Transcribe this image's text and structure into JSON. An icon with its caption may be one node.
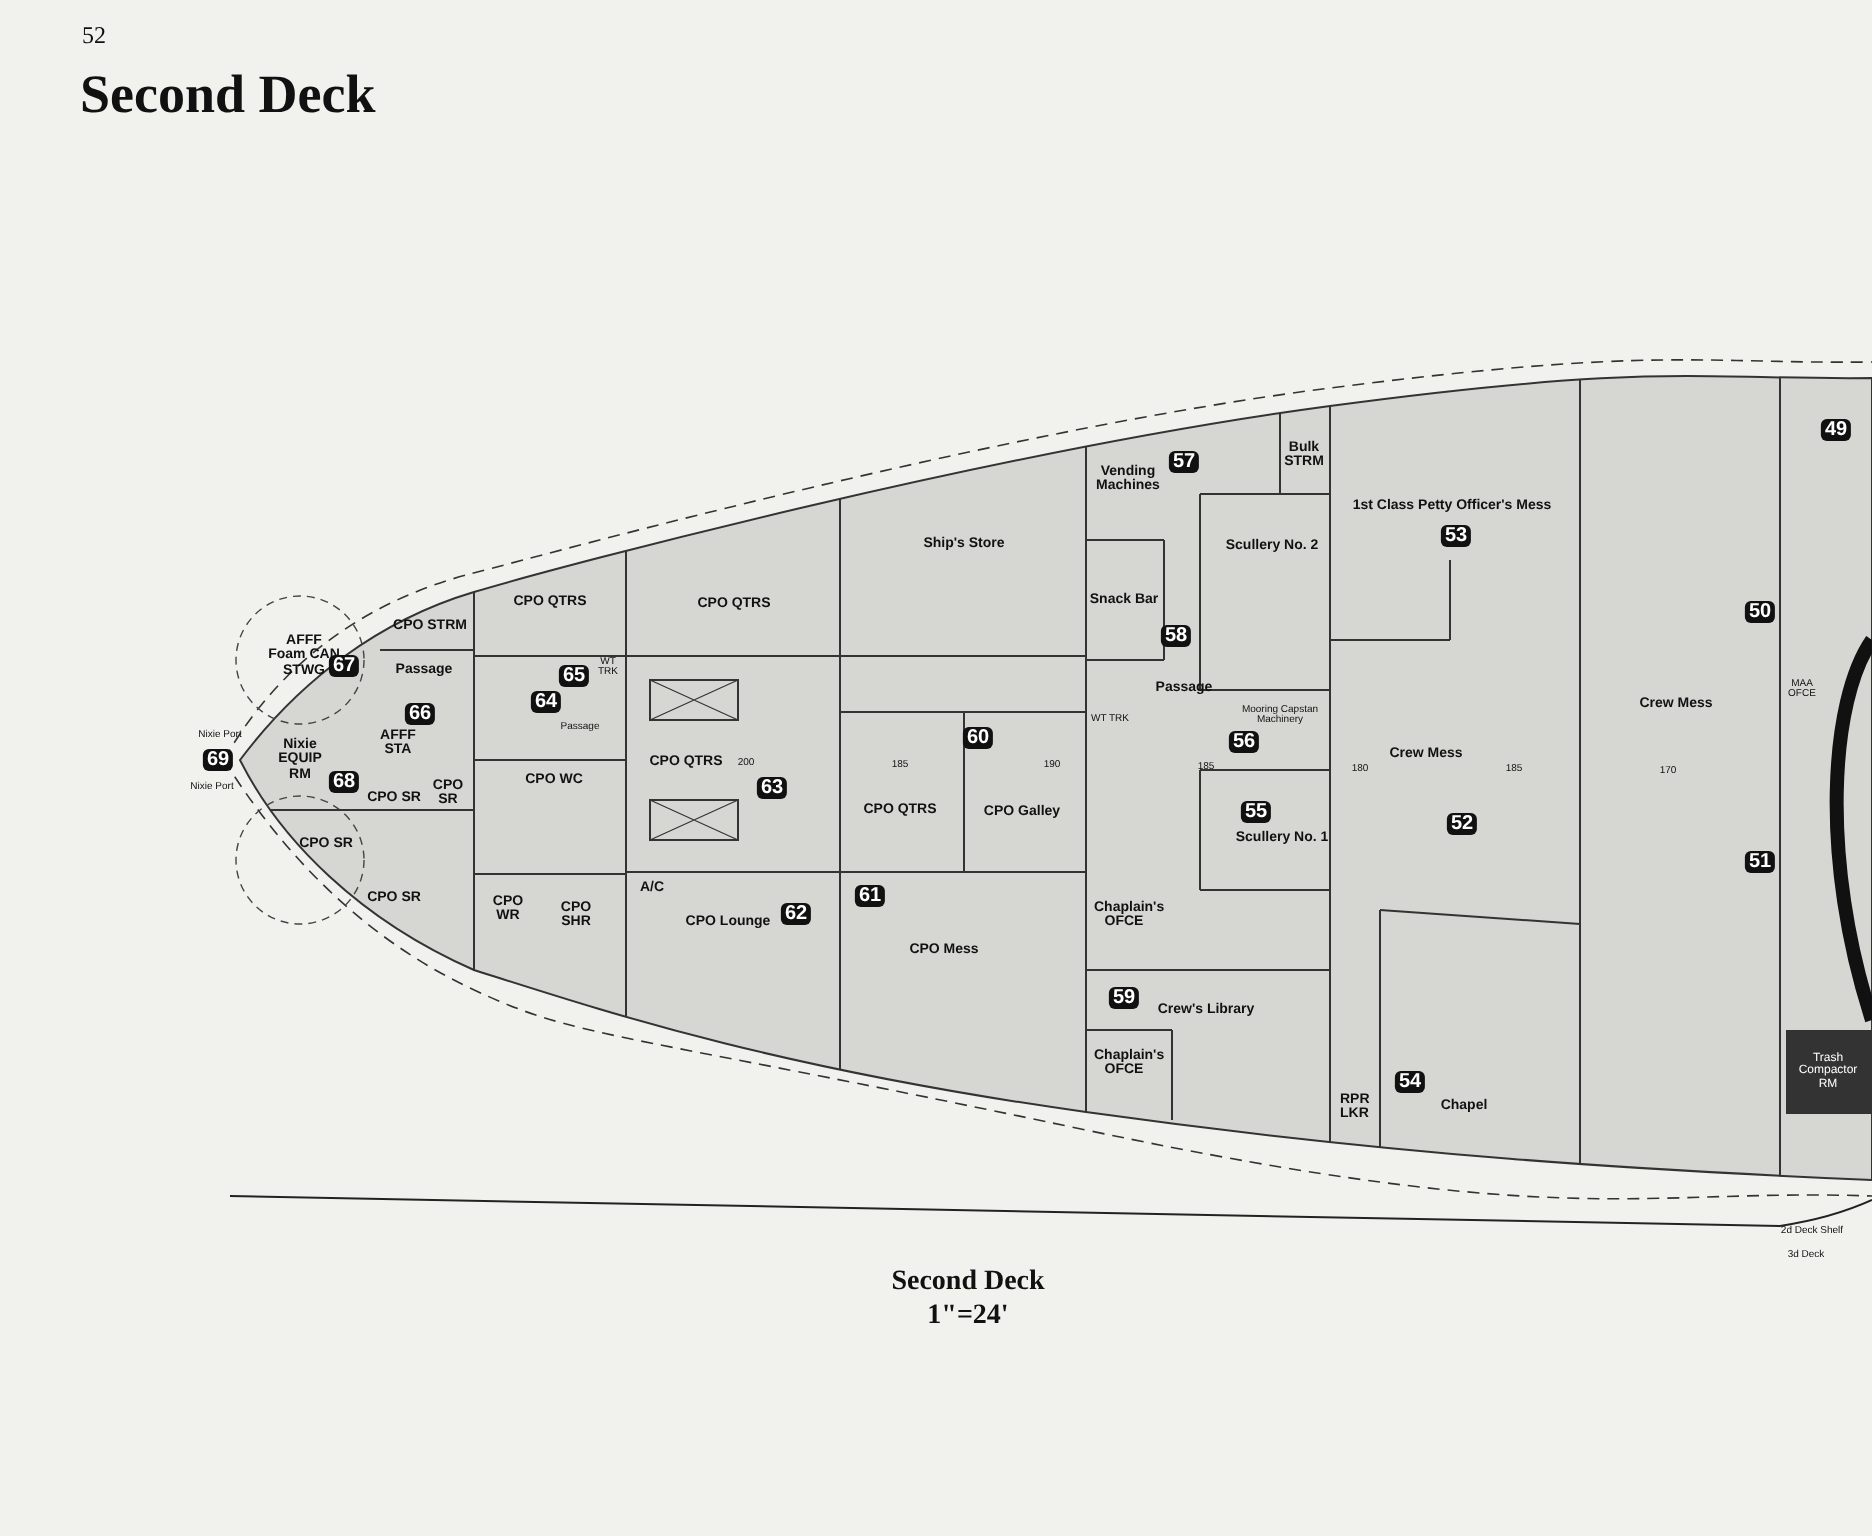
{
  "diagram": {
    "title": "Second Deck",
    "labels": [
      "52",
      "AFFF Foam CAN STWG",
      "67",
      "CPO STRM",
      "Passage",
      "CPO QTRS",
      "65",
      "WT TRK",
      "64",
      "Passage",
      "66",
      "AFFF STA",
      "Nixie EQUIP RM",
      "68",
      "Nixie Port",
      "69",
      "Nixie Port",
      "CPO SR",
      "CPO SR",
      "CPO WC",
      "CPO SR",
      "CPO SR",
      "CPO WR",
      "CPO SHR",
      "A/C",
      "CPO Lounge",
      "62",
      "CPO QTRS",
      "CPO QTRS",
      "200",
      "63",
      "Ship's Store",
      "60",
      "185",
      "190",
      "CPO QTRS",
      "CPO Galley",
      "61",
      "CPO Mess",
      "Vending Machines",
      "57",
      "Bulk STRM",
      "Scullery No. 2",
      "Snack Bar",
      "58",
      "Passage",
      "WT TRK",
      "Mooring Capstan Machinery",
      "56",
      "185",
      "55",
      "Scullery No. 1",
      "Chaplain's OFCE",
      "59",
      "Crew's Library",
      "Chaplain's OFCE",
      "RPR LKR",
      "1st Class Petty Officer's Mess",
      "53",
      "Crew Mess",
      "180",
      "185",
      "52",
      "54",
      "Chapel",
      "Crew Mess",
      "170",
      "50",
      "51",
      "49",
      "MAA OFCE",
      "Trash Compactor RM",
      "2d Deck Shelf",
      "3d Deck",
      "Second Deck",
      "1\"=24'"
    ]
  }
}
